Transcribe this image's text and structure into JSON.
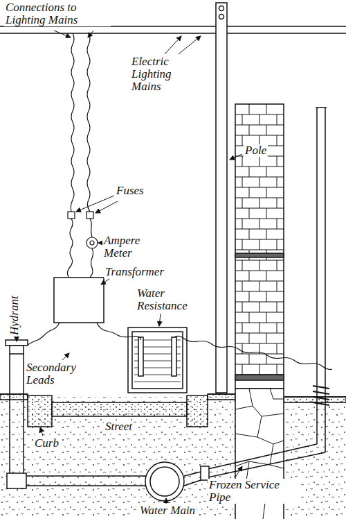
{
  "diagram": {
    "labels": [
      "Connections to Lighting Mains",
      "Electric Lighting Mains",
      "Pole",
      "Fuses",
      "Ampere Meter",
      "Transformer",
      "Water Resistance",
      "Hydrant",
      "Secondary Leads",
      "Curb",
      "Street",
      "Water Main",
      "Frozen Service Pipe"
    ]
  }
}
